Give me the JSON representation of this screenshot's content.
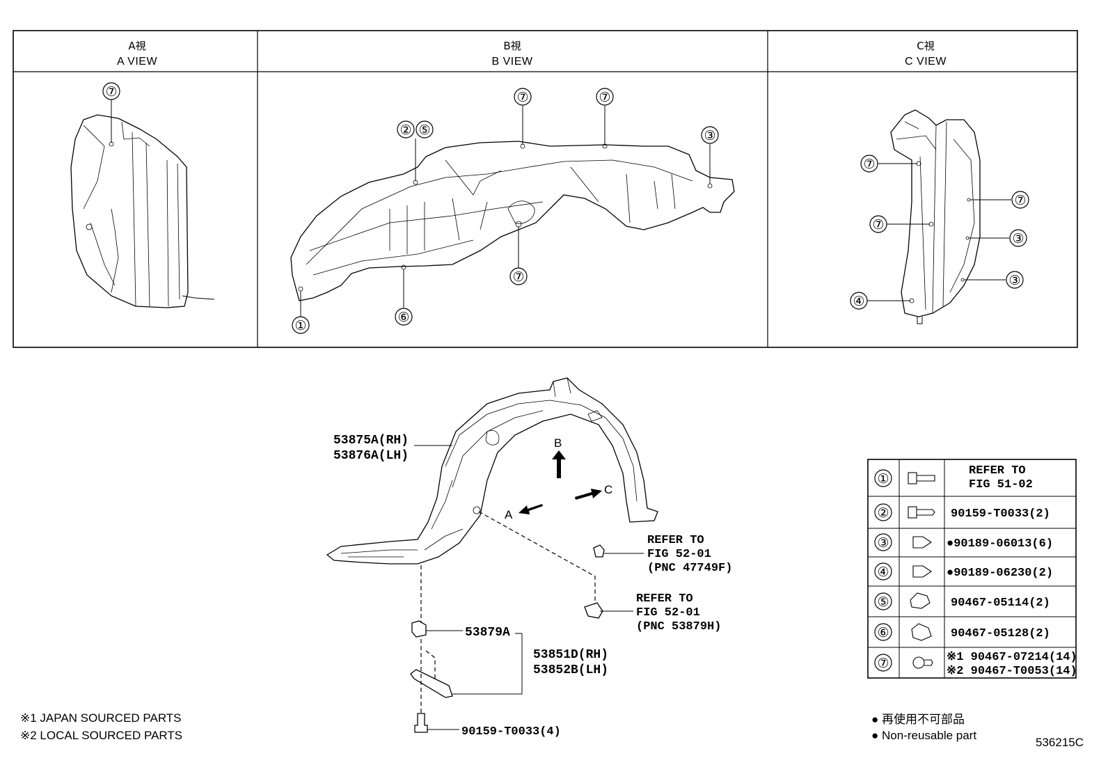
{
  "views": [
    {
      "label_jp": "A視",
      "label_en": "A VIEW"
    },
    {
      "label_jp": "B視",
      "label_en": "B VIEW"
    },
    {
      "label_jp": "C視",
      "label_en": "C VIEW"
    }
  ],
  "callouts": {
    "one": "①",
    "two": "②",
    "three": "③",
    "four": "④",
    "five": "⑤",
    "six": "⑥",
    "seven": "⑦"
  },
  "main_labels": {
    "liner_rh": "53875A(RH)",
    "liner_lh": "53876A(LH)",
    "refer1_line1": "REFER TO",
    "refer1_line2": "FIG 52-01",
    "refer1_line3": "(PNC 47749F)",
    "refer2_line1": "REFER TO",
    "refer2_line2": "FIG 52-01",
    "refer2_line3": "(PNC 53879H)",
    "clip": "53879A",
    "shield_rh": "53851D(RH)",
    "shield_lh": "53852B(LH)",
    "screw": "90159-T0033(4)",
    "arrow_a": "A",
    "arrow_b": "B",
    "arrow_c": "C"
  },
  "legend": [
    {
      "num": "①",
      "icon": "bolt-icon",
      "line1": "REFER TO",
      "line2": "FIG 51-02"
    },
    {
      "num": "②",
      "icon": "screw-icon",
      "line1": "90159-T0033(2)"
    },
    {
      "num": "③",
      "icon": "clip-icon",
      "line1": "●90189-06013(6)"
    },
    {
      "num": "④",
      "icon": "clip-icon",
      "line1": "●90189-06230(2)"
    },
    {
      "num": "⑤",
      "icon": "nut-icon",
      "line1": "90467-05114(2)"
    },
    {
      "num": "⑥",
      "icon": "nut-icon",
      "line1": "90467-05128(2)"
    },
    {
      "num": "⑦",
      "icon": "push-clip-icon",
      "line1": "※1 90467-07214(14)",
      "line2": "※2 90467-T0053(14)"
    }
  ],
  "footnotes": {
    "note1": "※1 JAPAN SOURCED PARTS",
    "note2": "※2 LOCAL SOURCED PARTS",
    "nonreuse_jp": "● 再使用不可部品",
    "nonreuse_en": "● Non-reusable part",
    "figure_code": "536215C"
  }
}
